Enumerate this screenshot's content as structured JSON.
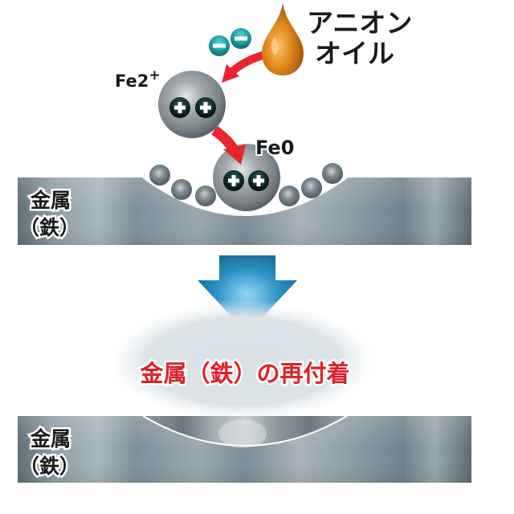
{
  "title": "Anion oil metal re-adhesion diagram",
  "labels": {
    "anion_oil_line1": "アニオン",
    "anion_oil_line2": "オイル",
    "fe2plus_base": "Fe2",
    "fe2plus_sup": "+",
    "fe0": "Fe0",
    "metal_top_line1": "金属",
    "metal_top_line2": "（鉄）",
    "metal_bottom_line1": "金属",
    "metal_bottom_line2": "（鉄）",
    "result_caption": "金属（鉄）の再付着",
    "minus_symbol": "−",
    "plus_symbol": "+"
  },
  "colors": {
    "text_dark": "#1a1a1a",
    "caption_red": "#e0202a",
    "arrow_red": "#e8262e",
    "arrow_blue": "#1e7fb0",
    "anion_teal": "#1d9aa3",
    "oil_orange": "#e08a1e",
    "metal_gray": "#8a9aa3",
    "ion_dark": "#0d2a2a"
  },
  "icons": {
    "oil_drop": "oil-drop-icon",
    "anion": "minus-ion-icon",
    "cation": "plus-ion-icon",
    "flow_arrow": "red-curved-arrow-icon",
    "down_arrow": "blue-down-arrow-icon"
  }
}
